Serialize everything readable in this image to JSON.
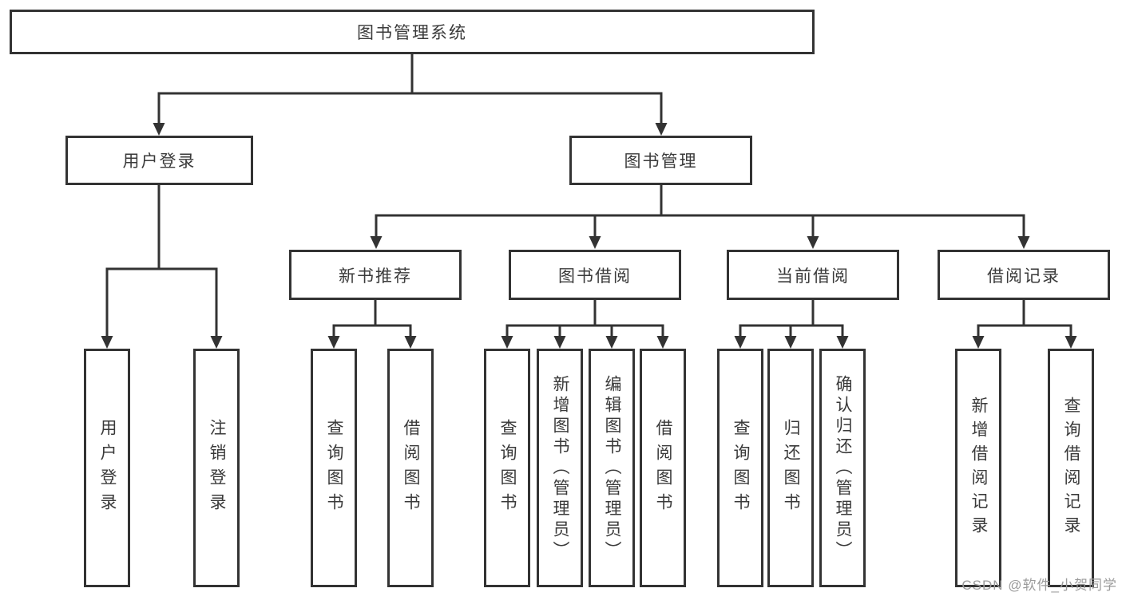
{
  "diagram": {
    "type": "tree",
    "root": {
      "label": "图书管理系统"
    },
    "level2": {
      "user_login": {
        "label": "用户登录"
      },
      "book_management": {
        "label": "图书管理"
      }
    },
    "level3": {
      "new_book_recommendation": {
        "label": "新书推荐"
      },
      "book_borrowing": {
        "label": "图书借阅"
      },
      "current_borrowing": {
        "label": "当前借阅"
      },
      "borrowing_records": {
        "label": "借阅记录"
      }
    },
    "leaves": {
      "under_user_login": [
        {
          "label": "用户登录"
        },
        {
          "label": "注销登录"
        }
      ],
      "under_new_book_recommendation": [
        {
          "label": "查询图书"
        },
        {
          "label": "借阅图书"
        }
      ],
      "under_book_borrowing": [
        {
          "label": "查询图书"
        },
        {
          "label": "新增图书（管理员）"
        },
        {
          "label": "编辑图书（管理员）"
        },
        {
          "label": "借阅图书"
        }
      ],
      "under_current_borrowing": [
        {
          "label": "查询图书"
        },
        {
          "label": "归还图书"
        },
        {
          "label": "确认归还（管理员）"
        }
      ],
      "under_borrowing_records": [
        {
          "label": "新增借阅记录"
        },
        {
          "label": "查询借阅记录"
        }
      ]
    },
    "watermark": "CSDN @软件_小贺同学",
    "colors": {
      "line": "#333333",
      "box_border": "#333333",
      "box_background": "#ffffff",
      "text": "#3a3a3a",
      "watermark_text": "#9b9b9b"
    }
  }
}
